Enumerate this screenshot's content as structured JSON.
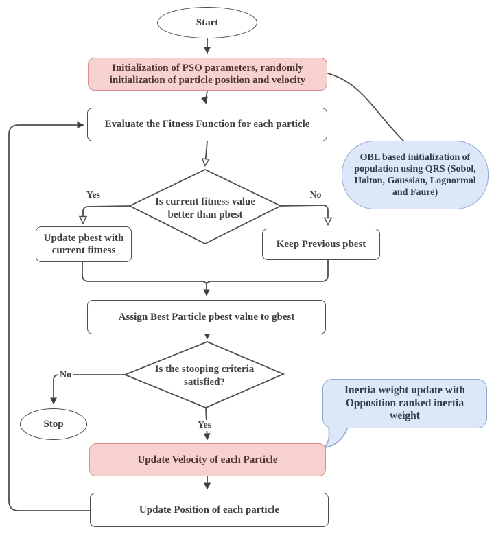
{
  "diagram_title": "PSO flowchart",
  "colors": {
    "line": "#4f4f4f",
    "process_fill": "#ffffff",
    "highlight_fill": "#f6d1ce",
    "highlight_border": "#d4908f",
    "callout_fill": "#dce8f7",
    "callout_border": "#8fa9d4",
    "text": "#3f3f3f",
    "highlight_text": "#4c3333",
    "callout_text": "#333c4d"
  },
  "nodes": {
    "start": {
      "type": "terminator",
      "label": "Start"
    },
    "init": {
      "type": "process-highlight",
      "label": "Initialization of PSO parameters, randomly\ninitialization of particle position and velocity"
    },
    "evaluate": {
      "type": "process",
      "label": "Evaluate the Fitness Function for each particle"
    },
    "fitness_decision": {
      "type": "decision",
      "label": "Is current fitness value\nbetter than pbest"
    },
    "update_pbest": {
      "type": "process",
      "label": "Update pbest with\ncurrent fitness"
    },
    "keep_pbest": {
      "type": "process",
      "label": "Keep Previous pbest"
    },
    "assign_gbest": {
      "type": "process",
      "label": "Assign Best Particle pbest value to gbest"
    },
    "stopping_decision": {
      "type": "decision",
      "label": "Is the stooping criteria\nsatisfied?"
    },
    "stop": {
      "type": "terminator",
      "label": "Stop"
    },
    "update_velocity": {
      "type": "process-highlight",
      "label": "Update Velocity of each Particle"
    },
    "update_position": {
      "type": "process",
      "label": "Update Position of each particle"
    }
  },
  "callouts": {
    "obl": {
      "label": "OBL based initialization of\npopulation using QRS (Sobol,\nHalton, Gaussian, Lognormal\nand Faure)"
    },
    "inertia": {
      "label": "Inertia weight update with\nOpposition ranked inertia\nweight"
    }
  },
  "edge_labels": {
    "fitness_yes": "Yes",
    "fitness_no": "No",
    "stopping_no": "No",
    "stopping_yes": "Yes"
  }
}
